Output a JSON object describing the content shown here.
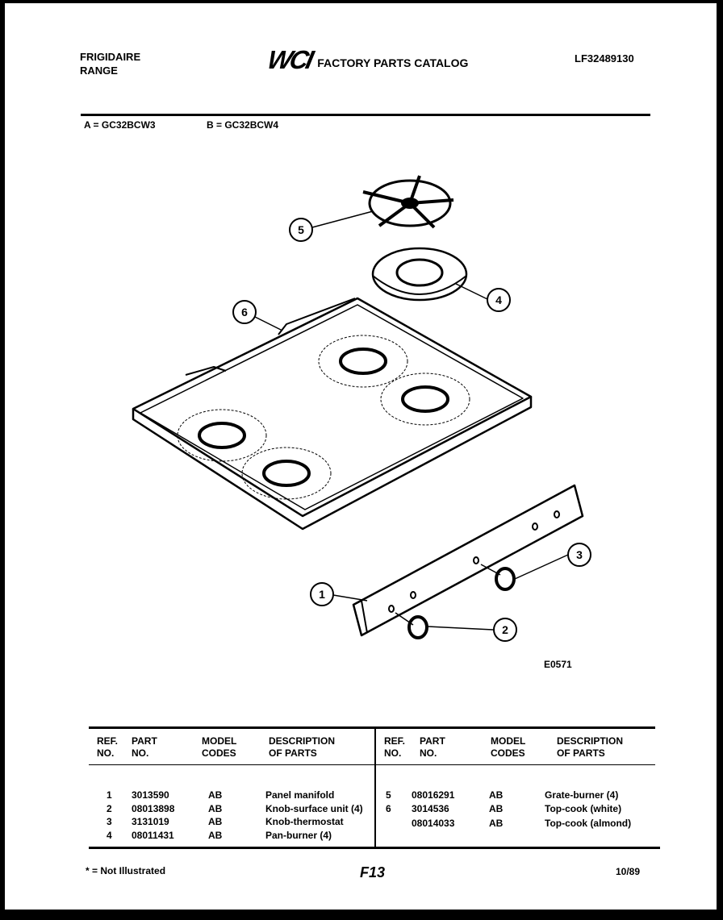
{
  "header": {
    "brand_line1": "FRIGIDAIRE",
    "brand_line2": "RANGE",
    "logo": "WCI",
    "catalog_title": "FACTORY PARTS CATALOG",
    "catalog_number": "LF32489130"
  },
  "models": {
    "a": "A = GC32BCW3",
    "b": "B = GC32BCW4"
  },
  "diagram": {
    "figure_code": "E0571",
    "callouts": [
      "1",
      "2",
      "3",
      "4",
      "5",
      "6"
    ]
  },
  "table": {
    "headers": {
      "ref_no": [
        "REF.",
        "NO."
      ],
      "part_no": [
        "PART",
        "NO."
      ],
      "model_codes": [
        "MODEL",
        "CODES"
      ],
      "description": [
        "DESCRIPTION",
        "OF PARTS"
      ]
    },
    "left_rows": [
      {
        "ref": "1",
        "part": "3013590",
        "codes": "AB",
        "desc": "Panel manifold"
      },
      {
        "ref": "2",
        "part": "08013898",
        "codes": "AB",
        "desc": "Knob-surface unit (4)"
      },
      {
        "ref": "3",
        "part": "3131019",
        "codes": "AB",
        "desc": "Knob-thermostat"
      },
      {
        "ref": "4",
        "part": "08011431",
        "codes": "AB",
        "desc": "Pan-burner (4)"
      }
    ],
    "right_rows": [
      {
        "ref": "5",
        "part": "08016291",
        "codes": "AB",
        "desc": "Grate-burner (4)"
      },
      {
        "ref": "6",
        "part": "3014536",
        "codes": "AB",
        "desc": "Top-cook (white)"
      },
      {
        "ref": "",
        "part": "08014033",
        "codes": "AB",
        "desc": "Top-cook (almond)"
      }
    ]
  },
  "footer": {
    "note": "* = Not Illustrated",
    "page": "F13",
    "date": "10/89"
  }
}
